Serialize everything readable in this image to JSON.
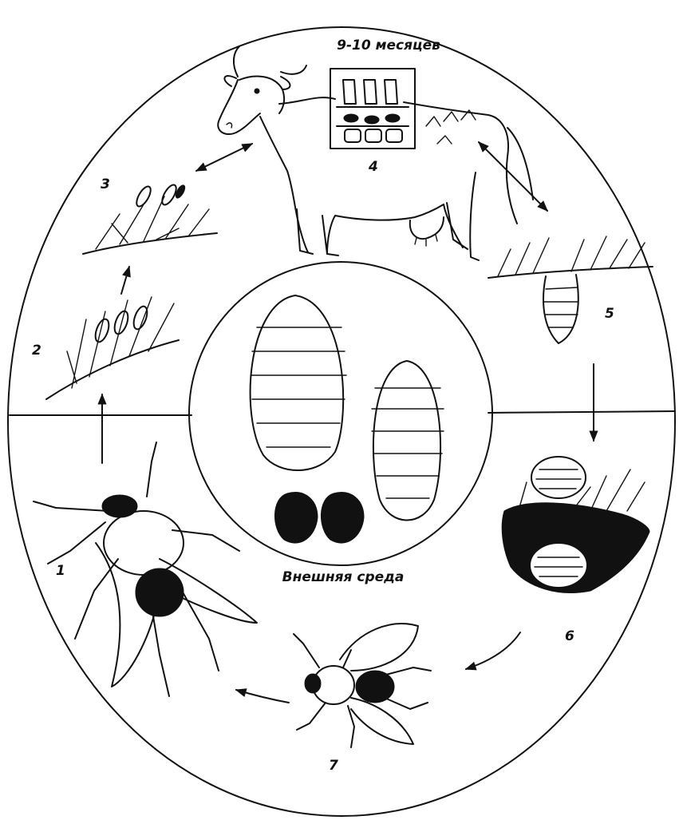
{
  "diagram": {
    "captions": {
      "top": "9-10 месяцев",
      "inner": "Внешняя среда"
    },
    "stage_labels": [
      "1",
      "2",
      "3",
      "4",
      "5",
      "6",
      "7"
    ]
  }
}
